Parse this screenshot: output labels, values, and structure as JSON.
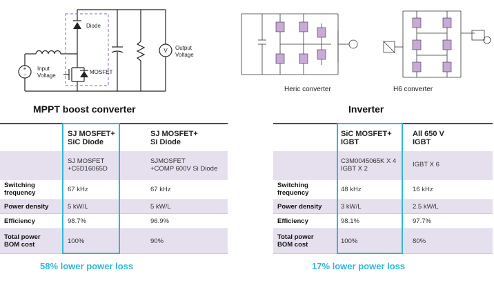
{
  "boost": {
    "circuit_labels": {
      "diode": "Diode",
      "mosfet": "MOSFET",
      "input_voltage": [
        "Input",
        "Voltage"
      ],
      "output_voltage": [
        "Output",
        "Voltage"
      ],
      "v_symbol": "V"
    },
    "heading": "MPPT boost converter",
    "table": {
      "headers": [
        [
          "SJ MOSFET+",
          "SiC Diode"
        ],
        [
          "SJ MOSFET+",
          "Si Diode"
        ]
      ],
      "rows": [
        {
          "label": [
            ""
          ],
          "values": [
            [
              "SJ MOSFET",
              "+C6D16065D"
            ],
            [
              "SJMOSFET",
              "+COMP 600V Si Diode"
            ]
          ]
        },
        {
          "label": [
            "Switching",
            "frequency"
          ],
          "values": [
            [
              "67 kHz"
            ],
            [
              "67 kHz"
            ]
          ]
        },
        {
          "label": [
            "Power density"
          ],
          "values": [
            [
              "5 kW/L"
            ],
            [
              "5 kW/L"
            ]
          ]
        },
        {
          "label": [
            "Efficiency"
          ],
          "values": [
            [
              "98.7%"
            ],
            [
              "96.9%"
            ]
          ]
        },
        {
          "label": [
            "Total power",
            "BOM cost"
          ],
          "values": [
            [
              "100%"
            ],
            [
              "90%"
            ]
          ]
        }
      ]
    },
    "summary": "58% lower power loss"
  },
  "inverter": {
    "captions": {
      "heric": "Heric converter",
      "h6": "H6 converter"
    },
    "heading": "Inverter",
    "table": {
      "headers": [
        [
          "SiC MOSFET+",
          "IGBT"
        ],
        [
          "All 650 V",
          "IGBT"
        ]
      ],
      "rows": [
        {
          "label": [
            ""
          ],
          "values": [
            [
              "C3M0045065K X 4",
              "IGBT X 2"
            ],
            [
              "IGBT X 6"
            ]
          ]
        },
        {
          "label": [
            "Switching",
            "frequency"
          ],
          "values": [
            [
              "48 kHz"
            ],
            [
              "16 kHz"
            ]
          ]
        },
        {
          "label": [
            "Power density"
          ],
          "values": [
            [
              "3 kW/L"
            ],
            [
              "2.5 kW/L"
            ]
          ]
        },
        {
          "label": [
            "Efficiency"
          ],
          "values": [
            [
              "98.1%"
            ],
            [
              "97.7%"
            ]
          ]
        },
        {
          "label": [
            "Total power",
            "BOM cost"
          ],
          "values": [
            [
              "100%"
            ],
            [
              "80%"
            ]
          ]
        }
      ]
    },
    "summary": "17% lower power loss"
  },
  "colors": {
    "accent": "#2fb8d6",
    "rule": "#5a3b7c",
    "shade": "#e6e0ee",
    "dashed_box": "#9b7fc4",
    "transistor_fill": "#c9a9d8"
  }
}
